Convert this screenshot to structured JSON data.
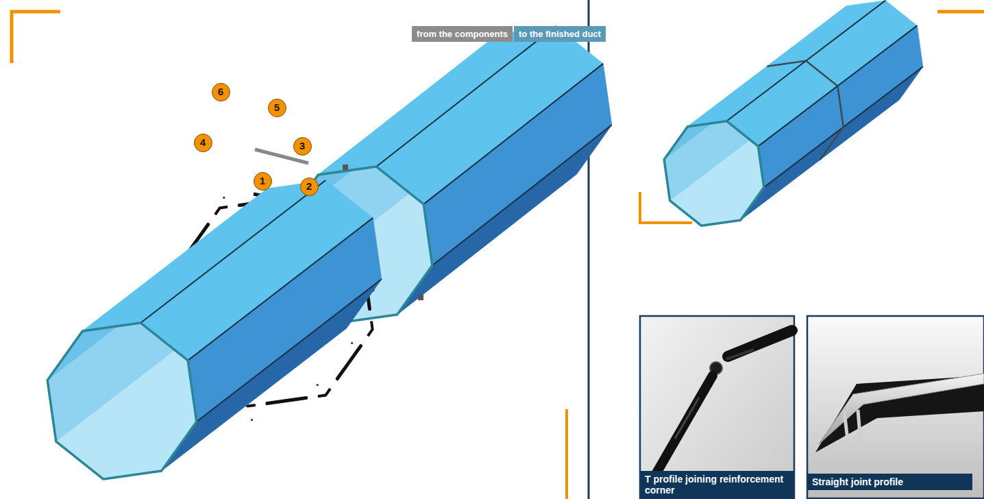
{
  "diagram": {
    "nodes": [
      {
        "text": [
          "from the components"
        ]
      },
      {
        "text": [
          "to the finished duct"
        ]
      },
      {
        "text": [
          "6"
        ]
      },
      {
        "text": [
          "5"
        ]
      },
      {
        "text": [
          "4"
        ]
      },
      {
        "text": [
          "3"
        ]
      },
      {
        "text": [
          "1"
        ]
      },
      {
        "text": [
          "2"
        ]
      },
      {
        "text": [
          "T profile joining reinforcement corner"
        ]
      },
      {
        "text": [
          "Straight joint profile"
        ]
      }
    ]
  }
}
